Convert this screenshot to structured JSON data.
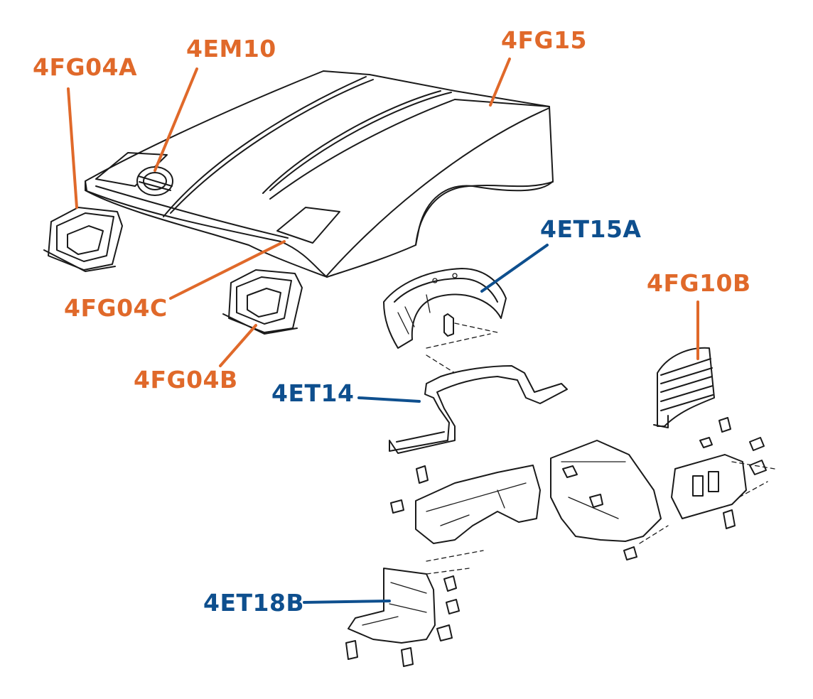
{
  "colors": {
    "orange": "#E0692A",
    "blue": "#0E4F8E",
    "line_art": "#1a1a1a"
  },
  "callouts": [
    {
      "id": "4fg04a",
      "text": "4FG04A",
      "color": "orange"
    },
    {
      "id": "4em10",
      "text": "4EM10",
      "color": "orange"
    },
    {
      "id": "4fg15",
      "text": "4FG15",
      "color": "orange"
    },
    {
      "id": "4fg04c",
      "text": "4FG04C",
      "color": "orange"
    },
    {
      "id": "4fg04b",
      "text": "4FG04B",
      "color": "orange"
    },
    {
      "id": "4et15a",
      "text": "4ET15A",
      "color": "blue"
    },
    {
      "id": "4fg10b",
      "text": "4FG10B",
      "color": "orange"
    },
    {
      "id": "4et14",
      "text": "4ET14",
      "color": "blue"
    },
    {
      "id": "4et18b",
      "text": "4ET18B",
      "color": "blue"
    }
  ]
}
